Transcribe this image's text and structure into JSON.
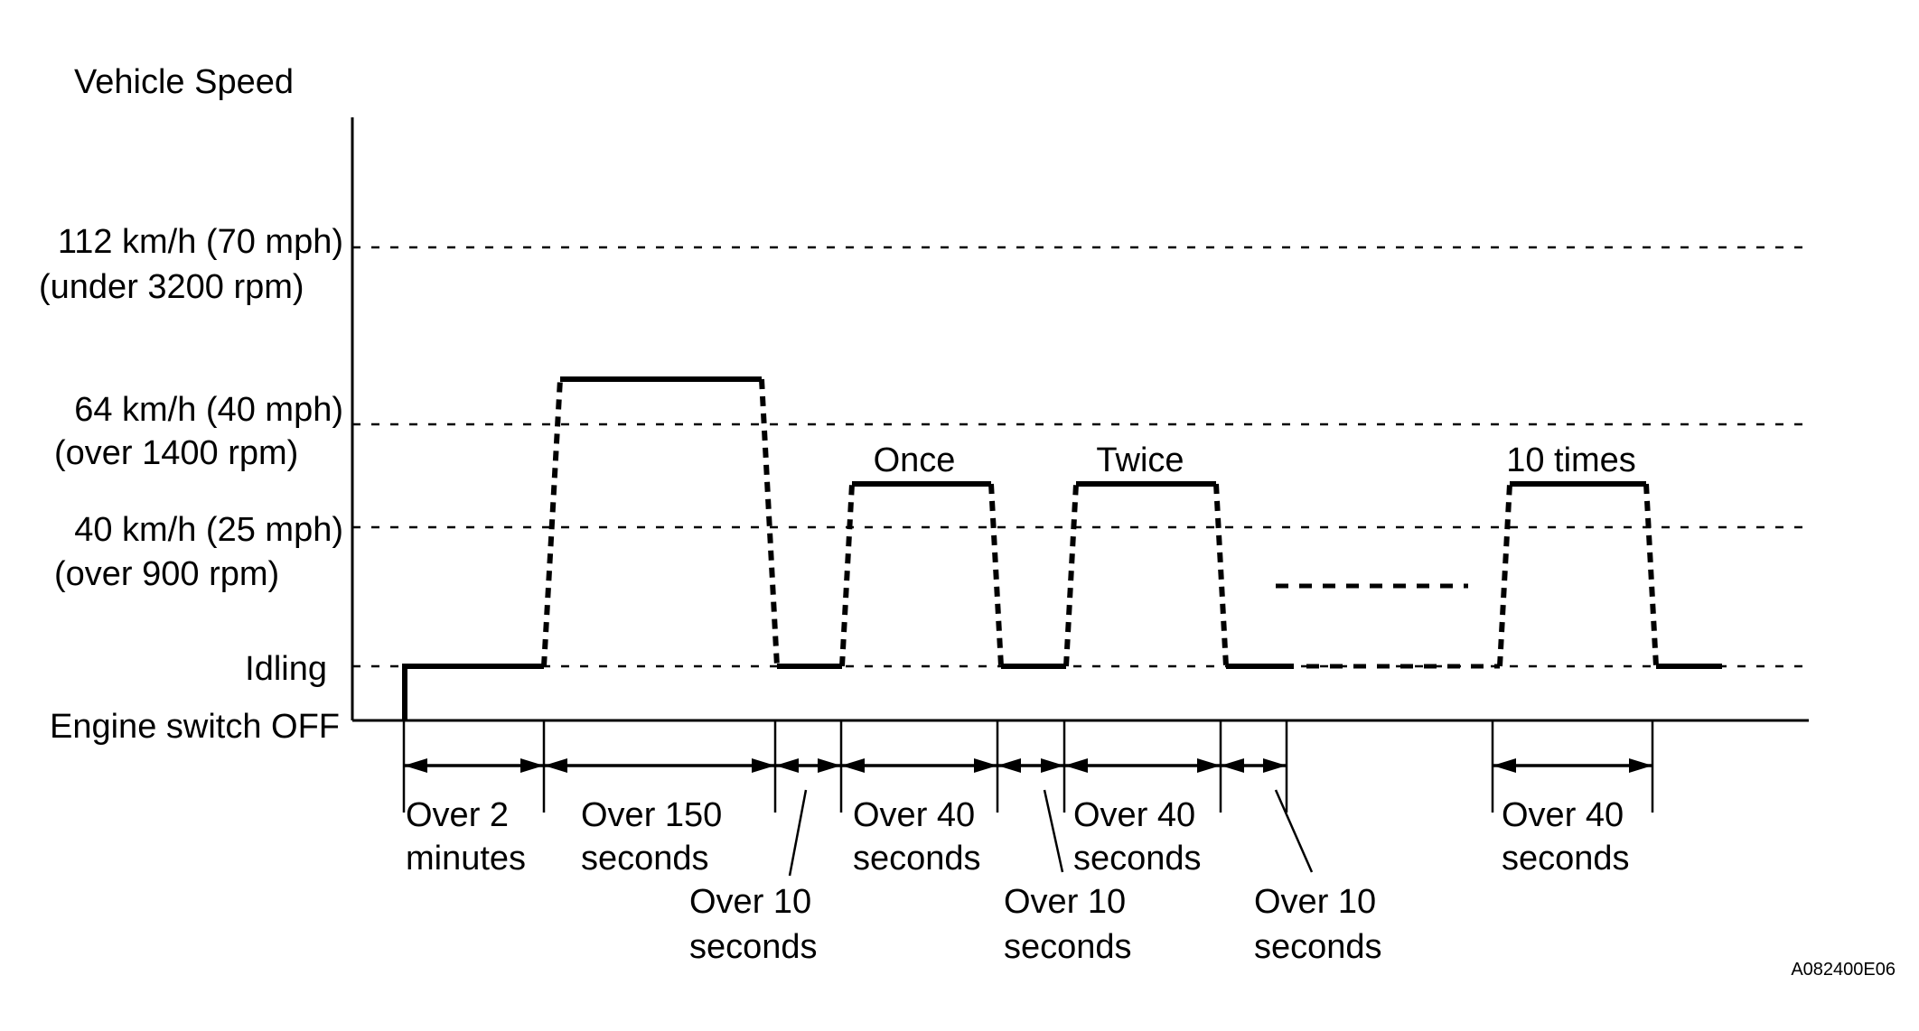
{
  "y_axis_title": "Vehicle Speed",
  "levels": [
    {
      "line1": "112 km/h (70 mph)",
      "line2": "(under 3200 rpm)"
    },
    {
      "line1": "64 km/h (40 mph)",
      "line2": "(over 1400 rpm)"
    },
    {
      "line1": "40 km/h (25 mph)",
      "line2": "(over 900 rpm)"
    },
    {
      "line1": "Idling",
      "line2": ""
    },
    {
      "line1": "Engine switch OFF",
      "line2": ""
    }
  ],
  "repetition_labels": [
    "Once",
    "Twice",
    "10 times"
  ],
  "durations": [
    {
      "line1": "Over 2",
      "line2": "minutes"
    },
    {
      "line1": "Over 150",
      "line2": "seconds"
    },
    {
      "line1": "Over 10",
      "line2": "seconds"
    },
    {
      "line1": "Over 40",
      "line2": "seconds"
    },
    {
      "line1": "Over 10",
      "line2": "seconds"
    },
    {
      "line1": "Over 40",
      "line2": "seconds"
    },
    {
      "line1": "Over 10",
      "line2": "seconds"
    },
    {
      "line1": "Over 40",
      "line2": "seconds"
    }
  ],
  "figure_code": "A082400E06"
}
